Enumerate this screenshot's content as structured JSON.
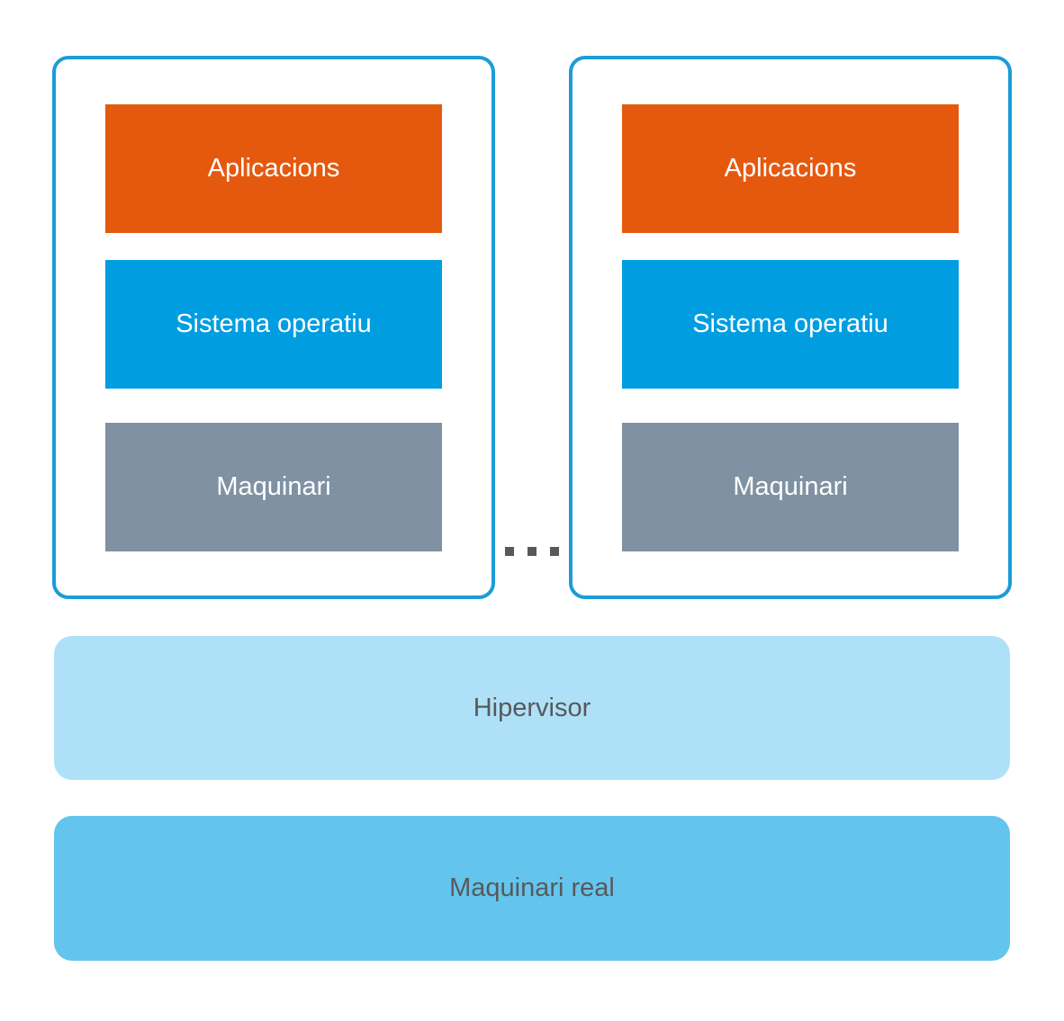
{
  "colors": {
    "vm_border": "#1C9CD8",
    "applications_layer": "#E5590F",
    "operating_system_layer": "#009EE0",
    "hardware_layer": "#7F91A3",
    "hypervisor_bar": "#AEE1F7",
    "real_hardware_bar": "#63C5EE",
    "text_on_dark": "#FFFFFF",
    "text_on_light": "#58595B",
    "separator_dots": "#58595B",
    "background": "#FFFFFF"
  },
  "vms": [
    {
      "layers": [
        {
          "label": "Aplicacions"
        },
        {
          "label": "Sistema operatiu"
        },
        {
          "label": "Maquinari"
        }
      ]
    },
    {
      "layers": [
        {
          "label": "Aplicacions"
        },
        {
          "label": "Sistema operatiu"
        },
        {
          "label": "Maquinari"
        }
      ]
    }
  ],
  "separator": "...",
  "hypervisor": {
    "label": "Hipervisor"
  },
  "real_hardware": {
    "label": "Maquinari real"
  }
}
